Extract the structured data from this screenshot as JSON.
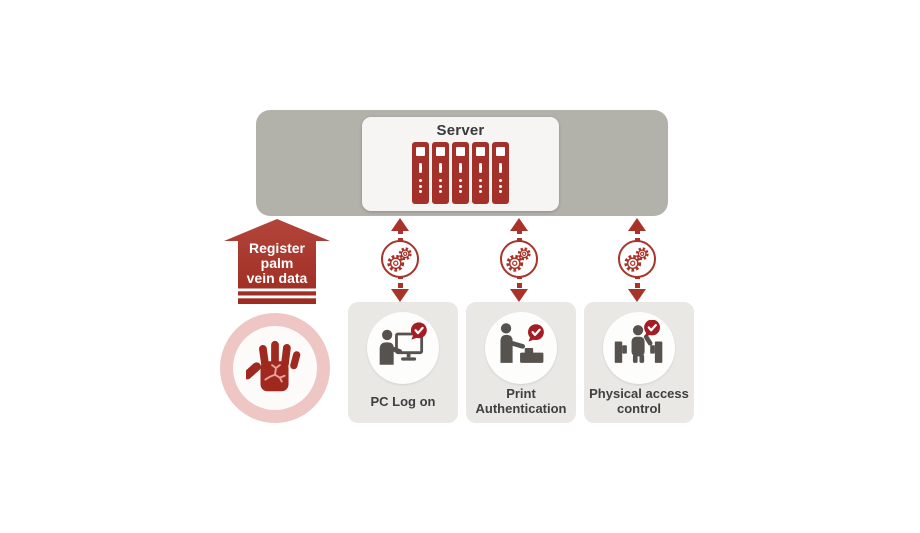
{
  "server": {
    "title": "Server",
    "rack_count": 5
  },
  "register_arrow": {
    "lines": [
      "Register",
      "palm",
      "vein data"
    ]
  },
  "palm_badge": {
    "icon": "palm-vein-hand-icon"
  },
  "connectors": {
    "count": 3,
    "icon": "sync-gears-icon",
    "style": "dashed-double-headed-arrow"
  },
  "stations": [
    {
      "label": "PC Log on",
      "icon": "person-computer-check-icon"
    },
    {
      "label": "Print Authentication",
      "icon": "person-printer-check-icon"
    },
    {
      "label": "Physical access control",
      "icon": "person-gate-check-icon"
    }
  ],
  "icons": {
    "server-rack-icon": "red tower with white square, slot and dots",
    "sync-gears-icon": "two outlined gears in circle",
    "check-badge-icon": "✓",
    "up-arrowhead-icon": "▲",
    "down-arrowhead-icon": "▼",
    "palm-vein-hand-icon": "open hand with vein branches"
  },
  "colors": {
    "accent_red": "#a93329",
    "arrow_gradient_top": "#b2453a",
    "arrow_gradient_bottom": "#9e2b21",
    "badge_red": "#a31e24",
    "hand_red": "#9f291f",
    "pink_ring": "#eec6c4",
    "banner_gray": "#b2b1aa",
    "card_gray": "#e9e8e5",
    "icon_gray": "#56524e",
    "text_dark": "#3a3a3a",
    "white": "#ffffff"
  }
}
